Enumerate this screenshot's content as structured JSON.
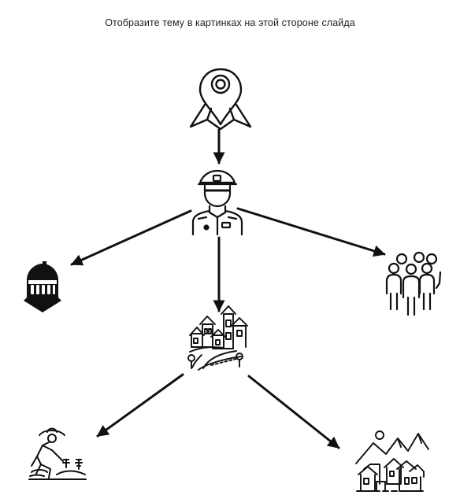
{
  "slide": {
    "title": "Отобразите тему в  картинках на этой стороне слайда"
  },
  "colors": {
    "ink": "#111111",
    "background": "#ffffff"
  },
  "nodes": [
    {
      "id": "map-pin",
      "icon": "map-pin-icon"
    },
    {
      "id": "officer",
      "icon": "police-officer-icon"
    },
    {
      "id": "knight-helmet",
      "icon": "knight-helmet-icon"
    },
    {
      "id": "people-group",
      "icon": "people-group-icon"
    },
    {
      "id": "town",
      "icon": "town-icon"
    },
    {
      "id": "farmer",
      "icon": "farmer-icon"
    },
    {
      "id": "village",
      "icon": "village-houses-icon"
    }
  ],
  "edges": [
    {
      "from": "map-pin",
      "to": "officer"
    },
    {
      "from": "officer",
      "to": "knight-helmet"
    },
    {
      "from": "officer",
      "to": "people-group"
    },
    {
      "from": "officer",
      "to": "town"
    },
    {
      "from": "town",
      "to": "farmer"
    },
    {
      "from": "town",
      "to": "village"
    }
  ]
}
